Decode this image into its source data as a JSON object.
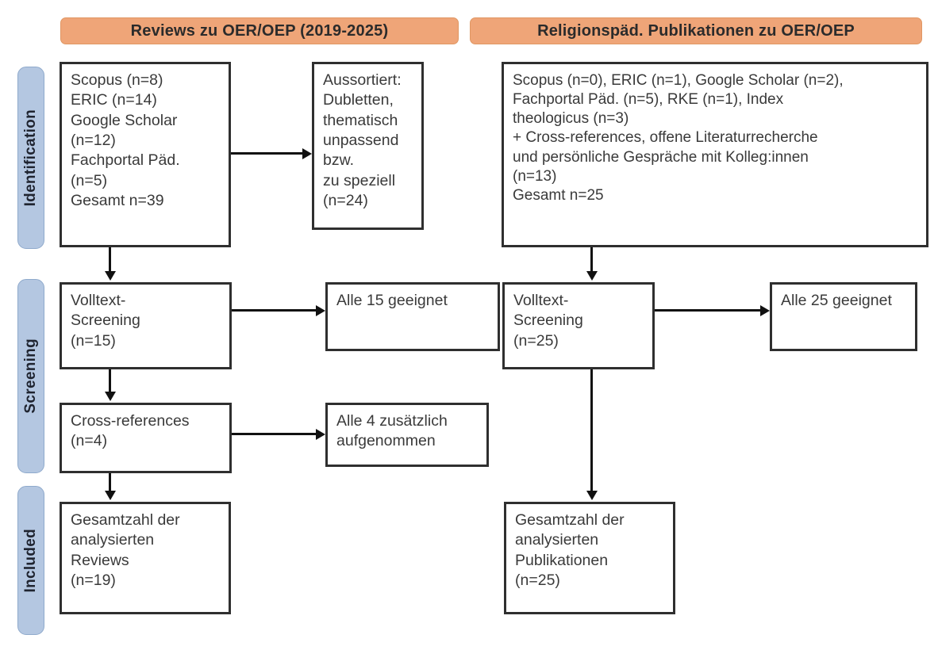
{
  "figure": {
    "type": "prisma-flow-diagram",
    "title_left": "Reviews zu OER/OEP (2019-2025)",
    "title_right": "Religionspäd. Publikationen zu OER/OEP"
  },
  "colors": {
    "header_orange": "#EFA578",
    "stage_blue": "#B4C7E1",
    "box_border": "#2F2F2F",
    "connector": "#111111",
    "text": "#3A3A3A"
  },
  "stages": [
    {
      "label": "Identification"
    },
    {
      "label": "Screening"
    },
    {
      "label": "Included"
    }
  ],
  "columns": [
    {
      "name": "reviews",
      "header": "Reviews zu OER/OEP (2019-2025)",
      "boxes": [
        {
          "name": "identification-sources",
          "text": "Scopus (n=8)\nERIC (n=14)\nGoogle Scholar\n(n=12)\nFachportal Päd.\n(n=5)\nGesamt n=39"
        },
        {
          "name": "excluded",
          "text": "Aussortiert:\nDubletten,\nthematisch\nunpassend bzw.\nzu speziell\n(n=24)"
        },
        {
          "name": "fulltext-screening",
          "text": "Volltext-\nScreening\n(n=15)"
        },
        {
          "name": "fulltext-eligible",
          "text": "Alle 15 geeignet"
        },
        {
          "name": "cross-references",
          "text": "Cross-references\n(n=4)"
        },
        {
          "name": "cross-references-included",
          "text": "Alle 4 zusätzlich\naufgenommen"
        },
        {
          "name": "included-total",
          "text": "Gesamtzahl der\nanalysierten\nReviews\n(n=19)"
        }
      ]
    },
    {
      "name": "religionspaed",
      "header": "Religionspäd. Publikationen zu OER/OEP",
      "boxes": [
        {
          "name": "identification-sources",
          "text": "Scopus (n=0), ERIC (n=1), Google Scholar (n=2),\nFachportal Päd. (n=5), RKE (n=1), Index\ntheologicus (n=3)\n+ Cross-references, offene Literaturrecherche\nund persönliche Gespräche mit Kolleg:innen\n(n=13)\nGesamt n=25"
        },
        {
          "name": "fulltext-screening",
          "text": "Volltext-\nScreening\n(n=25)"
        },
        {
          "name": "fulltext-eligible",
          "text": "Alle 25 geeignet"
        },
        {
          "name": "included-total",
          "text": "Gesamtzahl der\nanalysierten\nPublikationen\n(n=25)"
        }
      ]
    }
  ],
  "chart_data": {
    "type": "table",
    "title": "PRISMA-Flussdiagramm: Reviews und religionspädagogische Publikationen zu OER/OEP",
    "reviews_column": {
      "identification": {
        "Scopus": 8,
        "ERIC": 14,
        "Google Scholar": 12,
        "Fachportal Päd.": 5,
        "Gesamt": 39
      },
      "excluded": 24,
      "fulltext_screening": 15,
      "fulltext_eligible": 15,
      "cross_references": 4,
      "cross_references_included": 4,
      "included_total": 19
    },
    "religionspaed_column": {
      "identification": {
        "Scopus": 0,
        "ERIC": 1,
        "Google Scholar": 2,
        "Fachportal Päd.": 5,
        "RKE": 1,
        "Index theologicus": 3,
        "Cross-references, offene Literaturrecherche und persönliche Gespräche mit Kolleg:innen": 13,
        "Gesamt": 25
      },
      "fulltext_screening": 25,
      "fulltext_eligible": 25,
      "included_total": 25
    }
  }
}
